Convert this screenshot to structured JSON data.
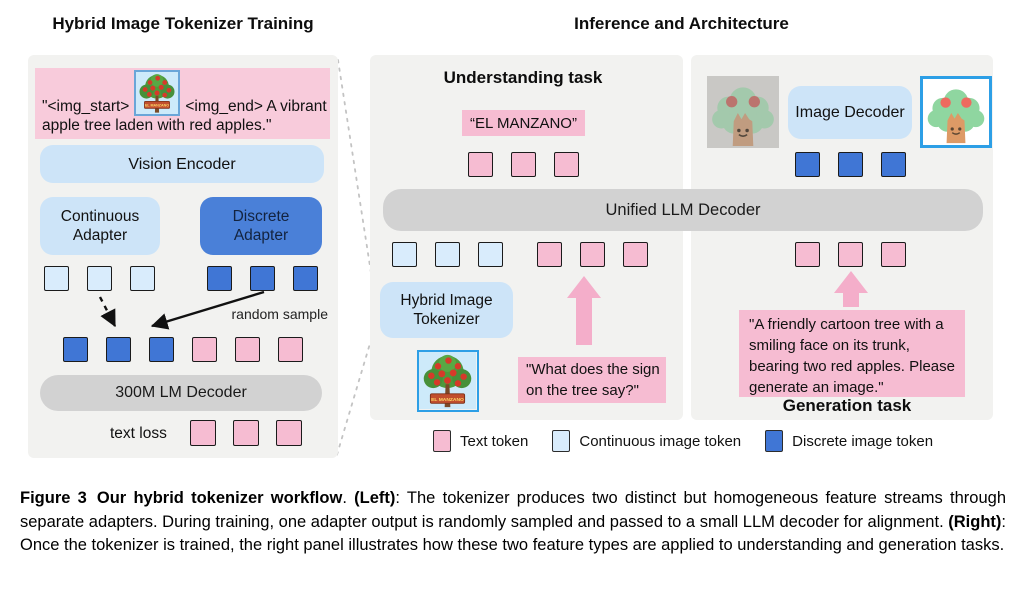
{
  "colors": {
    "pink": "#f6bcd2",
    "pink-box": "#f8cbdb",
    "pink-arrow": "#f4aeca",
    "lightblue": "#cde4f8",
    "lightblue-sq": "#d9ecfc",
    "blue": "#4a80d8",
    "blue-sq": "#4076d5",
    "gray-bar": "#d2d2d2",
    "panel-bg": "#f2f2f0",
    "img-border": "#2d9fe6"
  },
  "titles": {
    "left": "Hybrid Image Tokenizer Training",
    "right": "Inference and Architecture"
  },
  "left_panel": {
    "prompt_pre": "\"<img_start>",
    "prompt_post": "<img_end> A vibrant",
    "prompt_line2": "apple tree laden with red apples.\"",
    "vision_encoder": "Vision Encoder",
    "continuous_adapter": "Continuous\nAdapter",
    "discrete_adapter": "Discrete\nAdapter",
    "random_sample": "random sample",
    "lm_decoder": "300M LM Decoder",
    "text_loss": "text loss",
    "tokens": {
      "continuous_out": [
        "lightblue",
        "lightblue",
        "lightblue"
      ],
      "discrete_out": [
        "blue",
        "blue",
        "blue"
      ],
      "sampled": [
        "blue",
        "blue",
        "blue",
        "pink",
        "pink",
        "pink"
      ],
      "loss": [
        "pink",
        "pink",
        "pink"
      ]
    }
  },
  "middle_panel": {
    "title": "Understanding task",
    "answer": "“EL MANZANO”",
    "tokenizer": "Hybrid Image\nTokenizer",
    "question": "\"What does the sign\non the tree say?\"",
    "tokens": {
      "output_text": [
        "pink",
        "pink",
        "pink"
      ],
      "input_continuous": [
        "lightblue",
        "lightblue",
        "lightblue"
      ],
      "input_text": [
        "pink",
        "pink",
        "pink"
      ]
    }
  },
  "decoder_bar": {
    "label": "Unified LLM Decoder"
  },
  "right_panel": {
    "title": "Generation task",
    "image_decoder": "Image Decoder",
    "prompt": "\"A friendly cartoon tree with a\nsmiling face on its trunk,\nbearing two red apples. Please\ngenerate an image.\"",
    "tokens": {
      "output_discrete": [
        "blue",
        "blue",
        "blue"
      ],
      "input_text": [
        "pink",
        "pink",
        "pink"
      ]
    }
  },
  "legend": {
    "items": [
      {
        "type": "pink",
        "label": "Text token"
      },
      {
        "type": "lightblue",
        "label": "Continuous image token"
      },
      {
        "type": "blue",
        "label": "Discrete image token"
      }
    ]
  },
  "caption": {
    "fig": "Figure 3",
    "title": "Our hybrid tokenizer workflow",
    "p1": ". ",
    "left": "(Left)",
    "t1": ": The tokenizer produces two distinct but homogeneous feature streams through separate adapters. During training, one adapter output is randomly sampled and passed to a small LLM decoder for alignment. ",
    "right": "(Right)",
    "t2": ": Once the tokenizer is trained, the right panel illustrates how these two feature types are applied to understanding and generation tasks."
  }
}
